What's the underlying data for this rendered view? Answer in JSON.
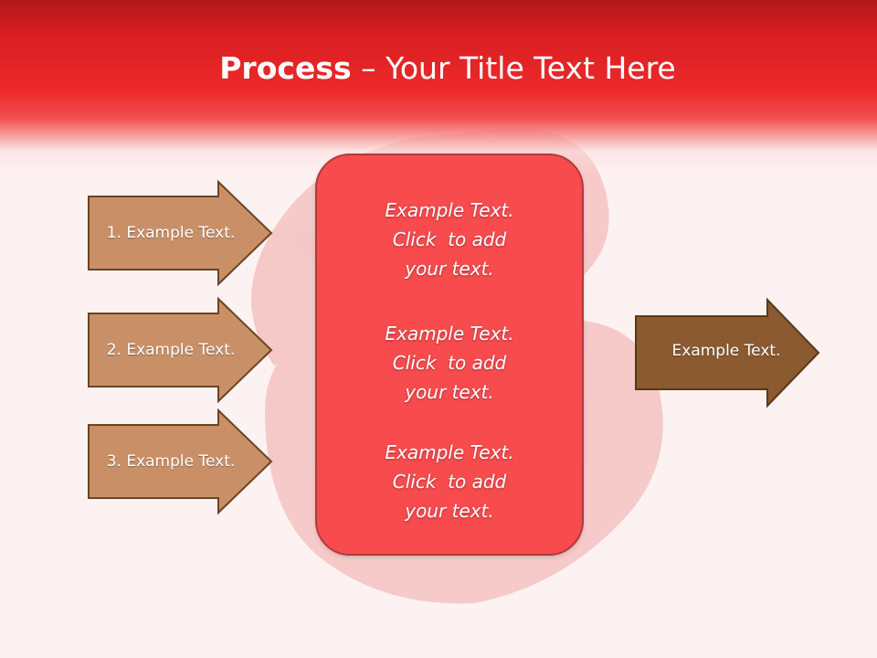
{
  "title": {
    "bold": "Process",
    "rest": " – Your Title Text Here"
  },
  "left_arrows": [
    {
      "label": "1. Example Text."
    },
    {
      "label": "2. Example Text."
    },
    {
      "label": "3. Example Text."
    }
  ],
  "center_box": {
    "paragraphs": [
      {
        "lines": [
          "Example Text.",
          "Click  to add",
          "your text."
        ]
      },
      {
        "lines": [
          "Example Text.",
          "Click  to add",
          "your text."
        ]
      },
      {
        "lines": [
          "Example Text.",
          "Click  to add",
          "your text."
        ]
      }
    ]
  },
  "right_arrow": {
    "label": "Example Text."
  },
  "colors": {
    "banner": "#ee2a2a",
    "center_fill": "#f74b4e",
    "left_arrow_fill": "#c99068",
    "right_arrow_fill": "#8b5a30",
    "arrow_stroke": "#6b4422"
  }
}
